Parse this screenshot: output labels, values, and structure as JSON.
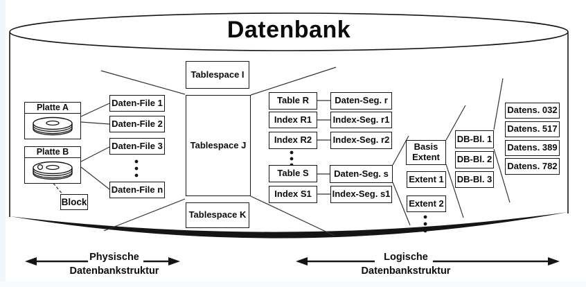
{
  "title": "Datenbank",
  "colors": {
    "ink": "#151515",
    "background": "#ffffff"
  },
  "physical": {
    "disk_a": "Platte A",
    "disk_b": "Platte B",
    "block": "Block",
    "files": [
      "Daten-File 1",
      "Daten-File 2",
      "Daten-File 3",
      "Daten-File n"
    ]
  },
  "tablespaces": [
    "Tablespace I",
    "Tablespace J",
    "Tablespace K"
  ],
  "tables": [
    "Table R",
    "Index R1",
    "Index R2",
    "Table S",
    "Index S1"
  ],
  "segments": [
    "Daten-Seg. r",
    "Index-Seg. r1",
    "Index-Seg. r2",
    "Daten-Seg. s",
    "Index-Seg. s1"
  ],
  "extents": {
    "basis": "Basis Extent",
    "items": [
      "Extent 1",
      "Extent 2"
    ]
  },
  "db_blocks": [
    "DB-Bl. 1",
    "DB-Bl. 2",
    "DB-Bl. 3"
  ],
  "records": [
    "Datens. 032",
    "Datens. 517",
    "Datens. 389",
    "Datens. 782"
  ],
  "legend": {
    "physical": [
      "Physische",
      "Datenbankstruktur"
    ],
    "logical": [
      "Logische",
      "Datenbankstruktur"
    ]
  }
}
